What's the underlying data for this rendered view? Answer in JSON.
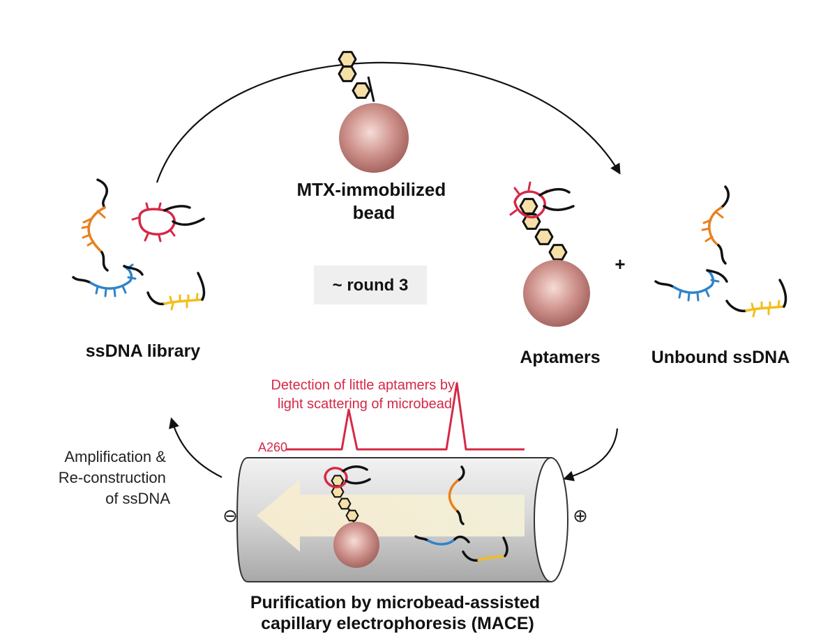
{
  "labels": {
    "bead": [
      "MTX-immobilized",
      "bead"
    ],
    "round": "~ round 3",
    "library": "ssDNA library",
    "aptamers": "Aptamers",
    "unbound": "Unbound ssDNA",
    "plus": "+",
    "detection": [
      "Detection of little aptamers by",
      "light scattering of microbead"
    ],
    "a260": "A260",
    "amplification": [
      "Amplification &",
      "Re-construction",
      "of ssDNA"
    ],
    "minus_electrode": "⊖",
    "plus_electrode": "⊕",
    "purification": [
      "Purification by microbead-assisted",
      "capillary electrophoresis (MACE)"
    ]
  },
  "colors": {
    "red": "#d62846",
    "orange": "#e8801e",
    "blue": "#2f83c9",
    "yellow": "#f2be1c",
    "hex_fill": "#f6e0a8",
    "bead": "#b5706c",
    "trace": "#d62846"
  }
}
